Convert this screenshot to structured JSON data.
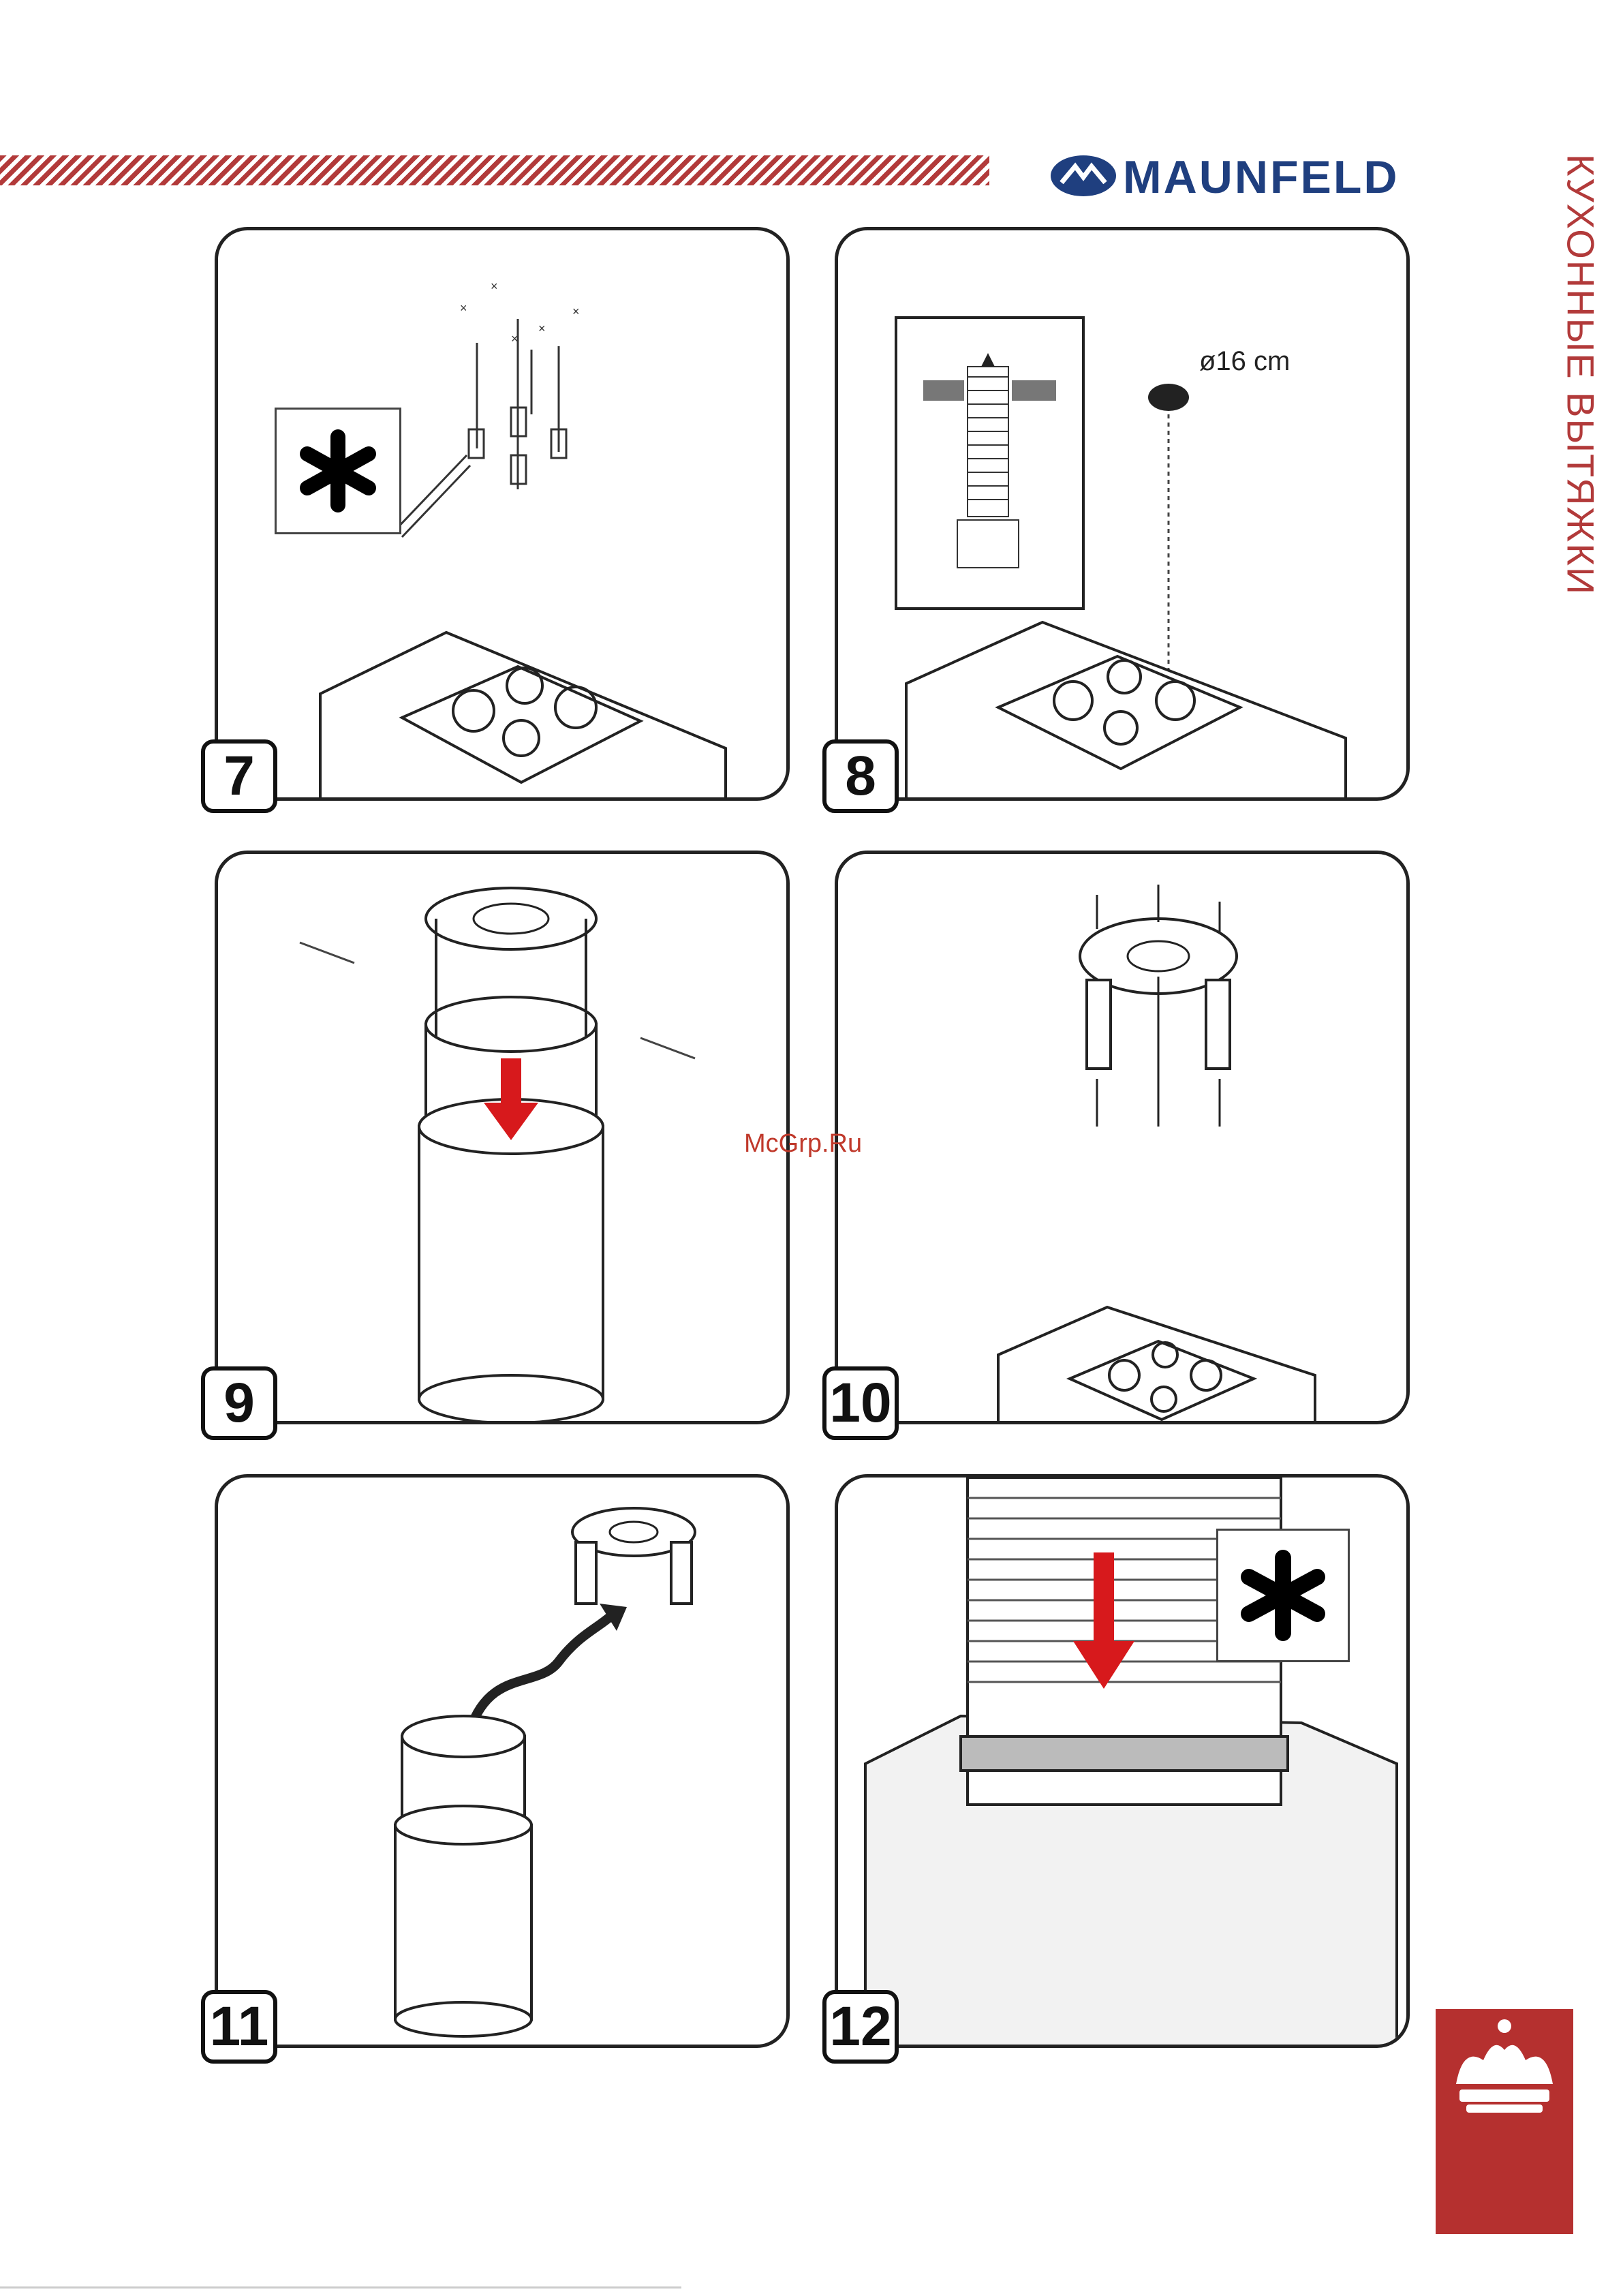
{
  "header": {
    "brand": "MAUNFELD",
    "side_title": "КУХОННЫЕ ВЫТЯЖКИ"
  },
  "colors": {
    "accent": "#b23a3a",
    "brand": "#1f3f7f",
    "arrow": "#d7191c"
  },
  "watermark": "McGrp.Ru",
  "steps": [
    {
      "number": "7"
    },
    {
      "number": "8",
      "diameter_label": "ø16 cm"
    },
    {
      "number": "9"
    },
    {
      "number": "10"
    },
    {
      "number": "11"
    },
    {
      "number": "12"
    }
  ],
  "icons": [
    "brand-logo-icon",
    "asterisk-icon",
    "crown-icon"
  ]
}
